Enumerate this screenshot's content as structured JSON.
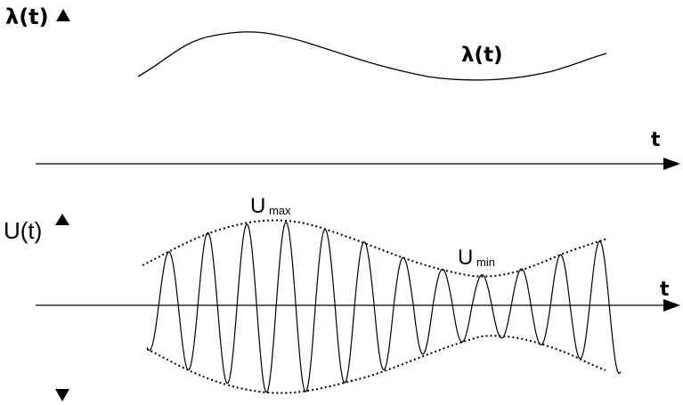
{
  "top_panel": {
    "y_label": "λ(t)",
    "curve_label": "λ(t)",
    "x_label": "t"
  },
  "bottom_panel": {
    "y_label": "U(t)",
    "x_label": "t",
    "envelope_max_label": {
      "main": "U",
      "sub": "max"
    },
    "envelope_min_label": {
      "main": "U",
      "sub": "min"
    }
  },
  "colors": {
    "ink": "#000000",
    "background": "#ffffff"
  }
}
